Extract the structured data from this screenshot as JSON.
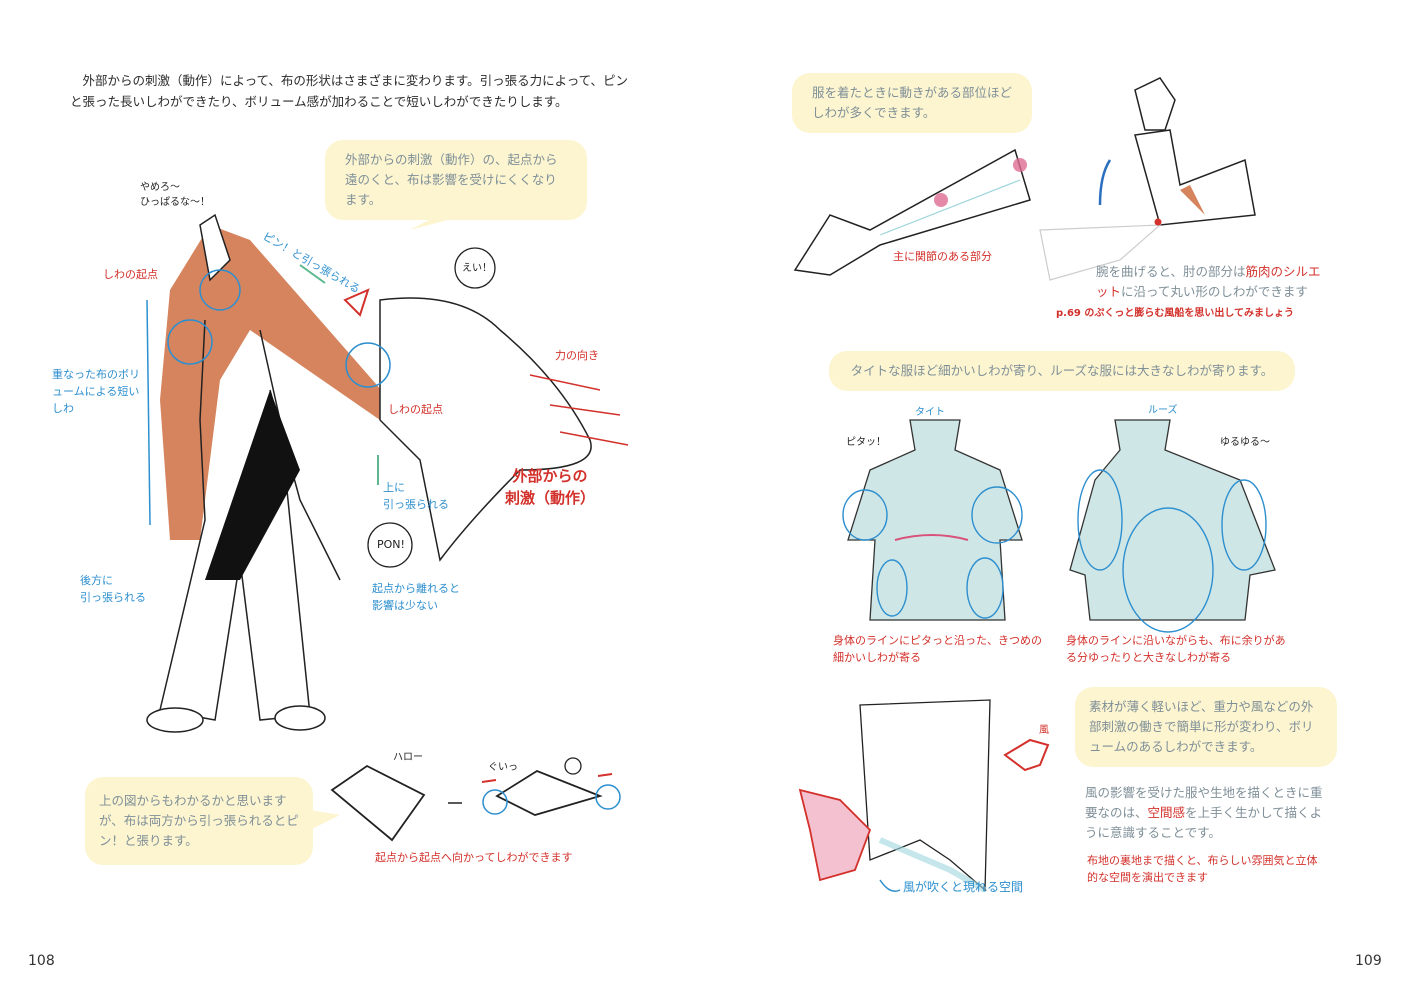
{
  "left_page": {
    "intro": "　外部からの刺激（動作）によって、布の形状はさまざまに変わります。引っ張る力によって、ピンと張った長いしわができたり、ボリューム感が加わることで短いしわができたりします。",
    "callout_top": "外部からの刺激（動作）の、起点から遠のくと、布は影響を受けにくくなります。",
    "speech_yamero": "やめろ～\nひっぱるな～！",
    "label_origin_1": "しわの起点",
    "label_pin": "ピン！と引っ張られる",
    "speech_ei": "えい！",
    "label_force": "力の向き",
    "label_origin_2": "しわの起点",
    "label_volume": "重なった布のボリュームによる短いしわ",
    "label_up": "上に\n引っ張られる",
    "label_external": "外部からの\n刺激（動作）",
    "speech_pon": "PON!",
    "label_back": "後方に\n引っ張られる",
    "label_far": "起点から離れると\n影響は少ない",
    "callout_bottom": "上の図からもわかるかと思いますが、布は両方から引っ張られるとピン！と張ります。",
    "label_hello": "ハロー",
    "label_gui": "ぐいっ",
    "label_origin_to_origin": "起点から起点へ向かってしわができます",
    "page_number": "108"
  },
  "right_page": {
    "callout_arm": "服を着たときに動きがある部位ほどしわが多くできます。",
    "label_joints": "主に関節のある部分",
    "elbow_text_a": "腕を曲げると、肘の部分は",
    "elbow_text_red": "筋肉のシルエット",
    "elbow_text_b": "に沿って丸い形のしわができます",
    "elbow_ref": "p.69 のぷくっと膨らむ風船を思い出してみましょう",
    "callout_tight": "タイトな服ほど細かいしわが寄り、ルーズな服には大きなしわが寄ります。",
    "label_tight": "タイト",
    "label_loose": "ルーズ",
    "sfx_pita": "ピタッ！",
    "sfx_yuru": "ゆるゆる～",
    "caption_tight": "身体のラインにピタっと沿った、きつめの細かいしわが寄る",
    "caption_loose": "身体のラインに沿いながらも、布に余りがある分ゆったりと大きなしわが寄る",
    "label_wind": "風",
    "callout_material": "素材が薄く軽いほど、重力や風などの外部刺激の働きで簡単に形が変わり、ボリュームのあるしわができます。",
    "wind_text_a": "風の影響を受けた服や生地を描くときに重要なのは、",
    "wind_text_red": "空間感",
    "wind_text_b": "を上手く生かして描くように意識することです。",
    "label_space": "風が吹くと現れる空間",
    "wind_tip": "布地の裏地まで描くと、布らしい雰囲気と立体的な空間を演出できます",
    "page_number": "109"
  },
  "colors": {
    "callout_bg": "#fcf5d0",
    "accent_red": "#d3312b",
    "accent_blue": "#2d8fcf",
    "cloth_orange": "#d6845e",
    "shirt_teal": "#cfe6e6"
  }
}
